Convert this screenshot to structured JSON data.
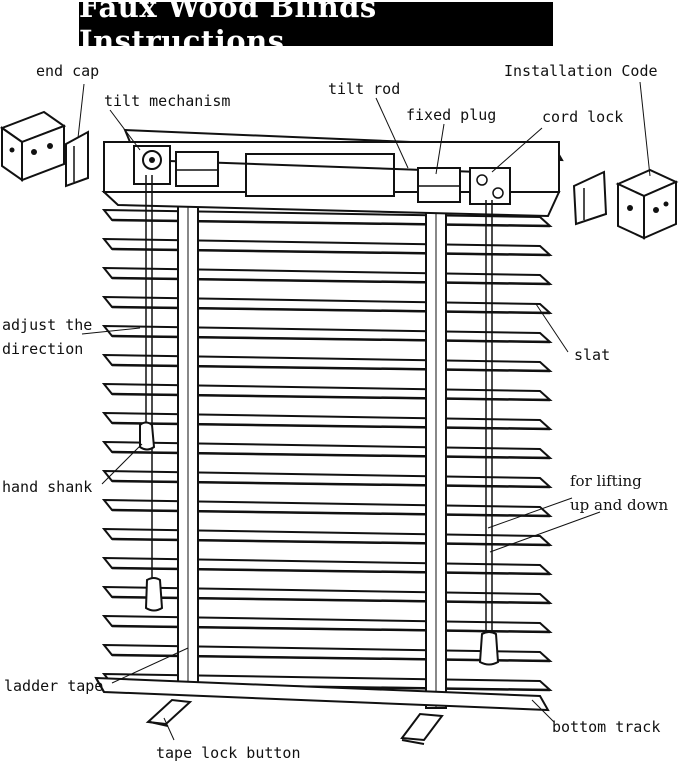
{
  "title": "Faux Wood Blinds Instructions",
  "labels": {
    "end_cap": "end cap",
    "tilt_mechanism": "tilt mechanism",
    "tilt_rod": "tilt rod",
    "fixed_plug": "fixed plug",
    "cord_lock": "cord lock",
    "installation_code": "Installation Code",
    "adjust_the": "adjust the",
    "direction": "direction",
    "slat": "slat",
    "hand_shank": "hand shank",
    "for_lifting": "for lifting",
    "up_and_down": "up and down",
    "ladder_tape": "ladder tape",
    "bottom_track": "bottom track",
    "tape_lock_button": "tape lock button"
  }
}
